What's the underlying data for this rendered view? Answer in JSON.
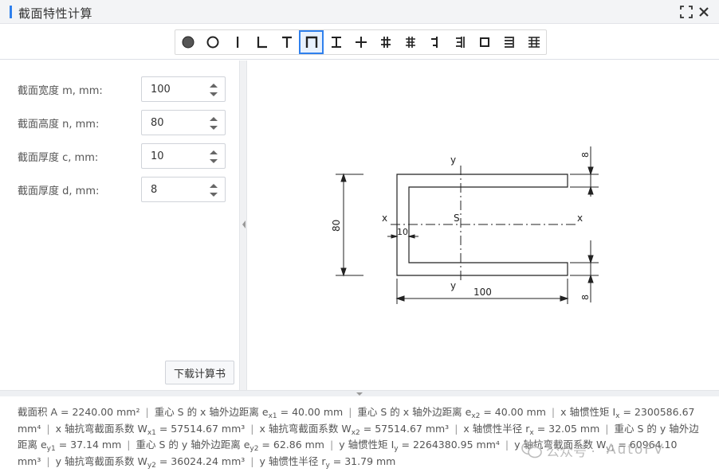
{
  "window": {
    "title": "截面特性计算",
    "accent_color": "#2f80ed"
  },
  "toolbar": {
    "shape_icons": [
      "solid-circle-icon",
      "hollow-circle-icon",
      "i-bar-icon",
      "angle-icon",
      "tee-icon",
      "channel-icon",
      "i-beam-icon",
      "cross-icon",
      "double-cross-icon",
      "double-cross-variant-icon",
      "offset-bracket-icon",
      "offset-bracket-double-icon",
      "hollow-rect-icon",
      "stacked-bars-icon",
      "multi-flange-icon"
    ],
    "active_shape": "channel-icon"
  },
  "params": [
    {
      "label": "截面宽度 m, mm:",
      "value": "100"
    },
    {
      "label": "截面高度 n, mm:",
      "value": "80"
    },
    {
      "label": "截面厚度 c, mm:",
      "value": "10"
    },
    {
      "label": "截面厚度 d, mm:",
      "value": "8"
    }
  ],
  "download_label": "下载计算书",
  "diagram": {
    "dim_height": "80",
    "dim_width": "100",
    "dim_web": "10",
    "dim_flange_top": "8",
    "dim_flange_bottom": "8",
    "axis_x": "x",
    "axis_y": "y",
    "centroid": "S"
  },
  "results": {
    "area": "截面积 A = 2240.00 mm²",
    "ex1_pre": "重心 S 的 x 轴外边距离 e",
    "ex1_sub": "x1",
    "ex1_val": " = 40.00 mm",
    "ex2_pre": "重心 S 的 x 轴外边距离 e",
    "ex2_sub": "x2",
    "ex2_val": " = 40.00 mm",
    "ix_pre": "x 轴惯性矩 I",
    "ix_sub": "x",
    "ix_val": " = 2300586.67 mm⁴",
    "wx1_pre": "x 轴抗弯截面系数 W",
    "wx1_sub": "x1",
    "wx1_val": " = 57514.67 mm³",
    "wx2_pre": "x 轴抗弯截面系数 W",
    "wx2_sub": "x2",
    "wx2_val": " = 57514.67 mm³",
    "rx_pre": "x 轴惯性半径 r",
    "rx_sub": "x",
    "rx_val": " = 32.05 mm",
    "ey1_pre": "重心 S 的 y 轴外边距离 e",
    "ey1_sub": "y1",
    "ey1_val": " = 37.14 mm",
    "ey2_pre": "重心 S 的 y 轴外边距离 e",
    "ey2_sub": "y2",
    "ey2_val": " = 62.86 mm",
    "iy_pre": "y 轴惯性矩 I",
    "iy_sub": "y",
    "iy_val": " = 2264380.95 mm⁴",
    "wy1_pre": "y 轴抗弯截面系数 W",
    "wy1_sub": "y1",
    "wy1_val": " = 60964.10 mm³",
    "wy2_pre": "y 轴抗弯截面系数 W",
    "wy2_sub": "y2",
    "wy2_val": " = 36024.24 mm³",
    "ry_pre": "y 轴惯性半径 r",
    "ry_sub": "y",
    "ry_val": " = 31.79 mm",
    "separator": "|"
  },
  "watermark": {
    "text": "公众号 ·",
    "brand": "AutoFV"
  }
}
